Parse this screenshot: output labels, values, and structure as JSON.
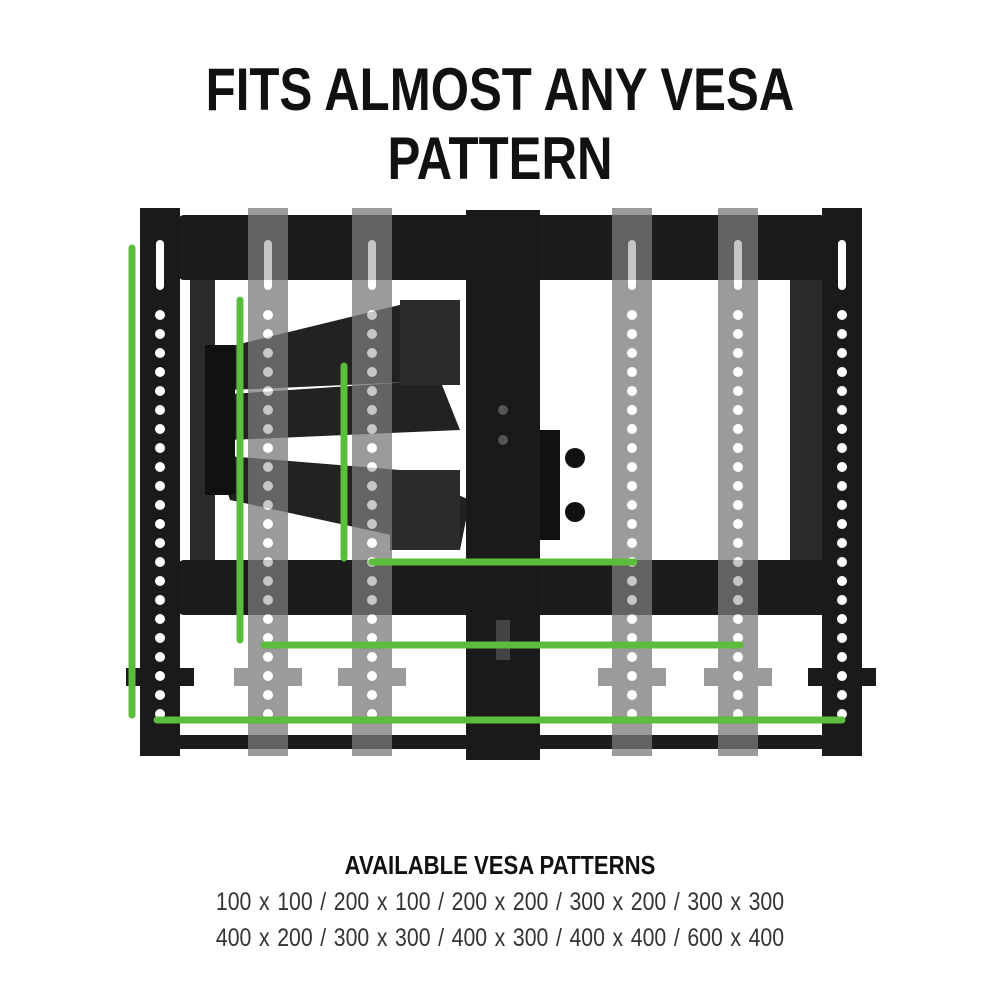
{
  "title": "FITS ALMOST ANY VESA PATTERN",
  "patterns_heading": "AVAILABLE VESA PATTERNS",
  "patterns_row_1": "100 x 100  /  200 x 100  /  200 x 200  /  300 x 200  /  300 x 300",
  "patterns_row_2": "400 x 200  /  300 x 300  /  400 x 300  /  400 x 400  /  600 x 400",
  "colors": {
    "highlight": "#5bbd3c",
    "mount": "#1a1a1a",
    "bracket_gray": "#8a8a8a"
  }
}
